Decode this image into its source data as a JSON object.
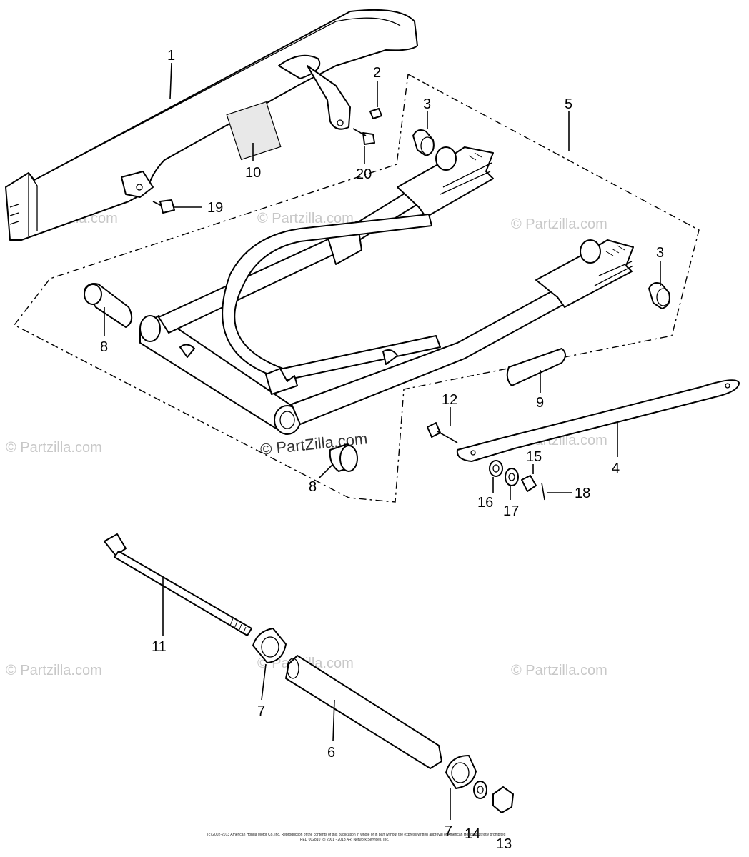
{
  "watermarks": {
    "brand": "© Partzilla.com",
    "center_brand": "© PartZilla.com"
  },
  "callouts": [
    "1",
    "2",
    "3",
    "5",
    "10",
    "20",
    "19",
    "8",
    "3",
    "9",
    "12",
    "4",
    "15",
    "18",
    "16",
    "17",
    "8",
    "11",
    "7",
    "6",
    "7",
    "14",
    "13"
  ],
  "footer": {
    "line1": "(c) 2002-2013 American Honda Motor Co. Inc. Reproduction of the contents of this publication in whole or in part without the express written approval of American Honda is strictly prohibited",
    "line2": "PED 002810 (c) 2001 - 2013 ARI Network Services, Inc."
  }
}
